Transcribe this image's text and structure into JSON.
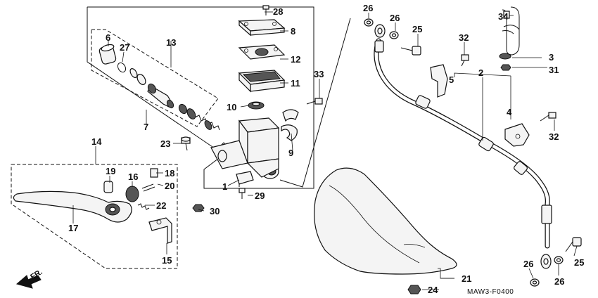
{
  "diagram": {
    "code": "MAW3-F0400",
    "direction_label": "FR.",
    "part_labels": {
      "p1": "1",
      "p2": "2",
      "p3": "3",
      "p4": "4",
      "p5": "5",
      "p6": "6",
      "p7": "7",
      "p8": "8",
      "p9": "9",
      "p10": "10",
      "p11": "11",
      "p12": "12",
      "p13": "13",
      "p14": "14",
      "p15": "15",
      "p16": "16",
      "p17": "17",
      "p18": "18",
      "p19": "19",
      "p20": "20",
      "p21": "21",
      "p22": "22",
      "p23": "23",
      "p24": "24",
      "p25": "25",
      "p26": "26",
      "p27": "27",
      "p28": "28",
      "p29": "29",
      "p30": "30",
      "p31": "31",
      "p32": "32",
      "p33": "33",
      "p34": "34"
    }
  }
}
